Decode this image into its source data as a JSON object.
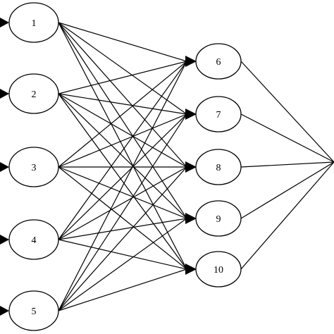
{
  "layers": [
    {
      "nodes": [
        {
          "label": "1"
        },
        {
          "label": "2"
        },
        {
          "label": "3"
        },
        {
          "label": "4"
        },
        {
          "label": "5"
        }
      ]
    },
    {
      "nodes": [
        {
          "label": "6"
        },
        {
          "label": "7"
        },
        {
          "label": "8"
        },
        {
          "label": "9"
        },
        {
          "label": "10"
        }
      ]
    },
    {
      "nodes": []
    }
  ],
  "connections": [
    {
      "from_layer": 0,
      "to_layer": 1,
      "pattern": "fully-connected"
    },
    {
      "from_layer": 1,
      "to_layer": "offscreen-right",
      "pattern": "converging"
    }
  ],
  "incoming_arrows": {
    "layer": 0,
    "source": "offscreen-left"
  },
  "colors": {
    "background": "#ffffff",
    "stroke": "#000000",
    "node_fill": "#ffffff"
  }
}
